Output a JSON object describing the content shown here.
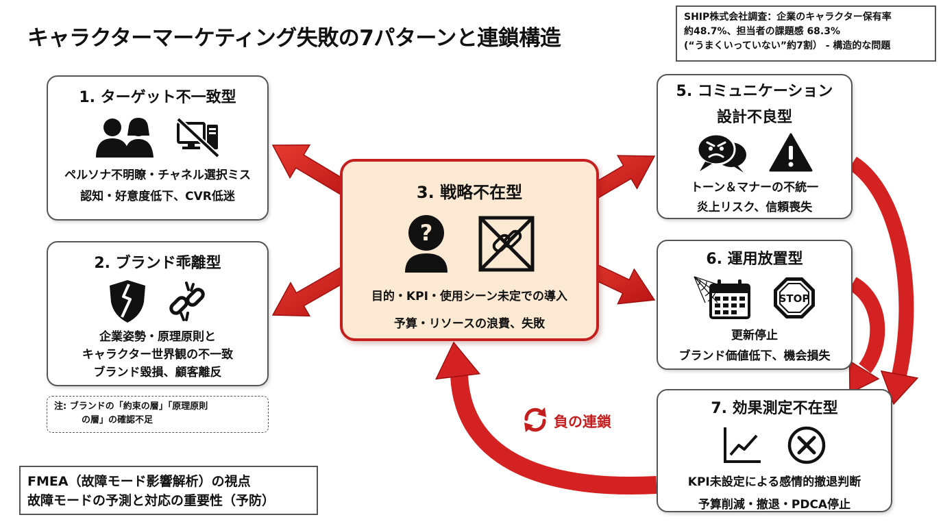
{
  "title": "キャラクターマーケティング失敗の7パターンと連鎖構造",
  "survey": {
    "line1": "SHIP株式会社調査：企業のキャラクター保有率",
    "line2": "約48.7%、担当者の課題感 68.3%",
    "line3": "(“うまくいっていない”約7割） - 構造的な問題"
  },
  "cards": {
    "c1": {
      "title": "1. ターゲット不一致型",
      "lines": [
        "ペルソナ不明瞭・チャネル選択ミス",
        "認知・好意度低下、CVR低迷"
      ],
      "icons": [
        "two-people-icon",
        "no-screen-icon"
      ]
    },
    "c2": {
      "title": "2. ブランド乖離型",
      "lines": [
        "企業姿勢・原理原則と",
        "キャラクター世界観の不一致",
        "ブランド毀損、顧客離反"
      ],
      "icons": [
        "broken-shield-icon",
        "broken-link-icon"
      ]
    },
    "c3": {
      "title": "3. 戦略不在型",
      "lines": [
        "目的・KPI・使用シーン未定での導入",
        "予算・リソースの浪費、失敗"
      ],
      "icons": [
        "question-person-icon",
        "crossed-box-icon"
      ]
    },
    "c5": {
      "title1": "5. コミュニケーション",
      "title2": "設計不良型",
      "lines": [
        "トーン＆マナーの不統一",
        "炎上リスク、信頼喪失"
      ],
      "icons": [
        "angry-speech-icon",
        "warning-icon"
      ]
    },
    "c6": {
      "title": "6. 運用放置型",
      "lines": [
        "更新停止",
        "ブランド価値低下、機会損失"
      ],
      "icons": [
        "cobweb-calendar-icon",
        "stop-sign-icon"
      ],
      "stop_text": "STOP"
    },
    "c7": {
      "title": "7. 効果測定不在型",
      "lines": [
        "KPI未設定による感情的撤退判断",
        "予算削減・撤退・PDCA停止"
      ],
      "icons": [
        "line-graph-icon",
        "x-circle-icon"
      ]
    }
  },
  "note": {
    "line1": "注: ブランドの「約束の層」「原理原則",
    "line2": "の層」の確認不足"
  },
  "fmea": {
    "line1": "FMEA（故障モード影響解析）の視点",
    "line2": "故障モードの予測と対応の重要性（予防）"
  },
  "chain_label": "負の連鎖",
  "colors": {
    "accent": "#c41e1e",
    "arrow": "#d42222",
    "center_fill": "#fce9d4",
    "border": "#555555"
  }
}
